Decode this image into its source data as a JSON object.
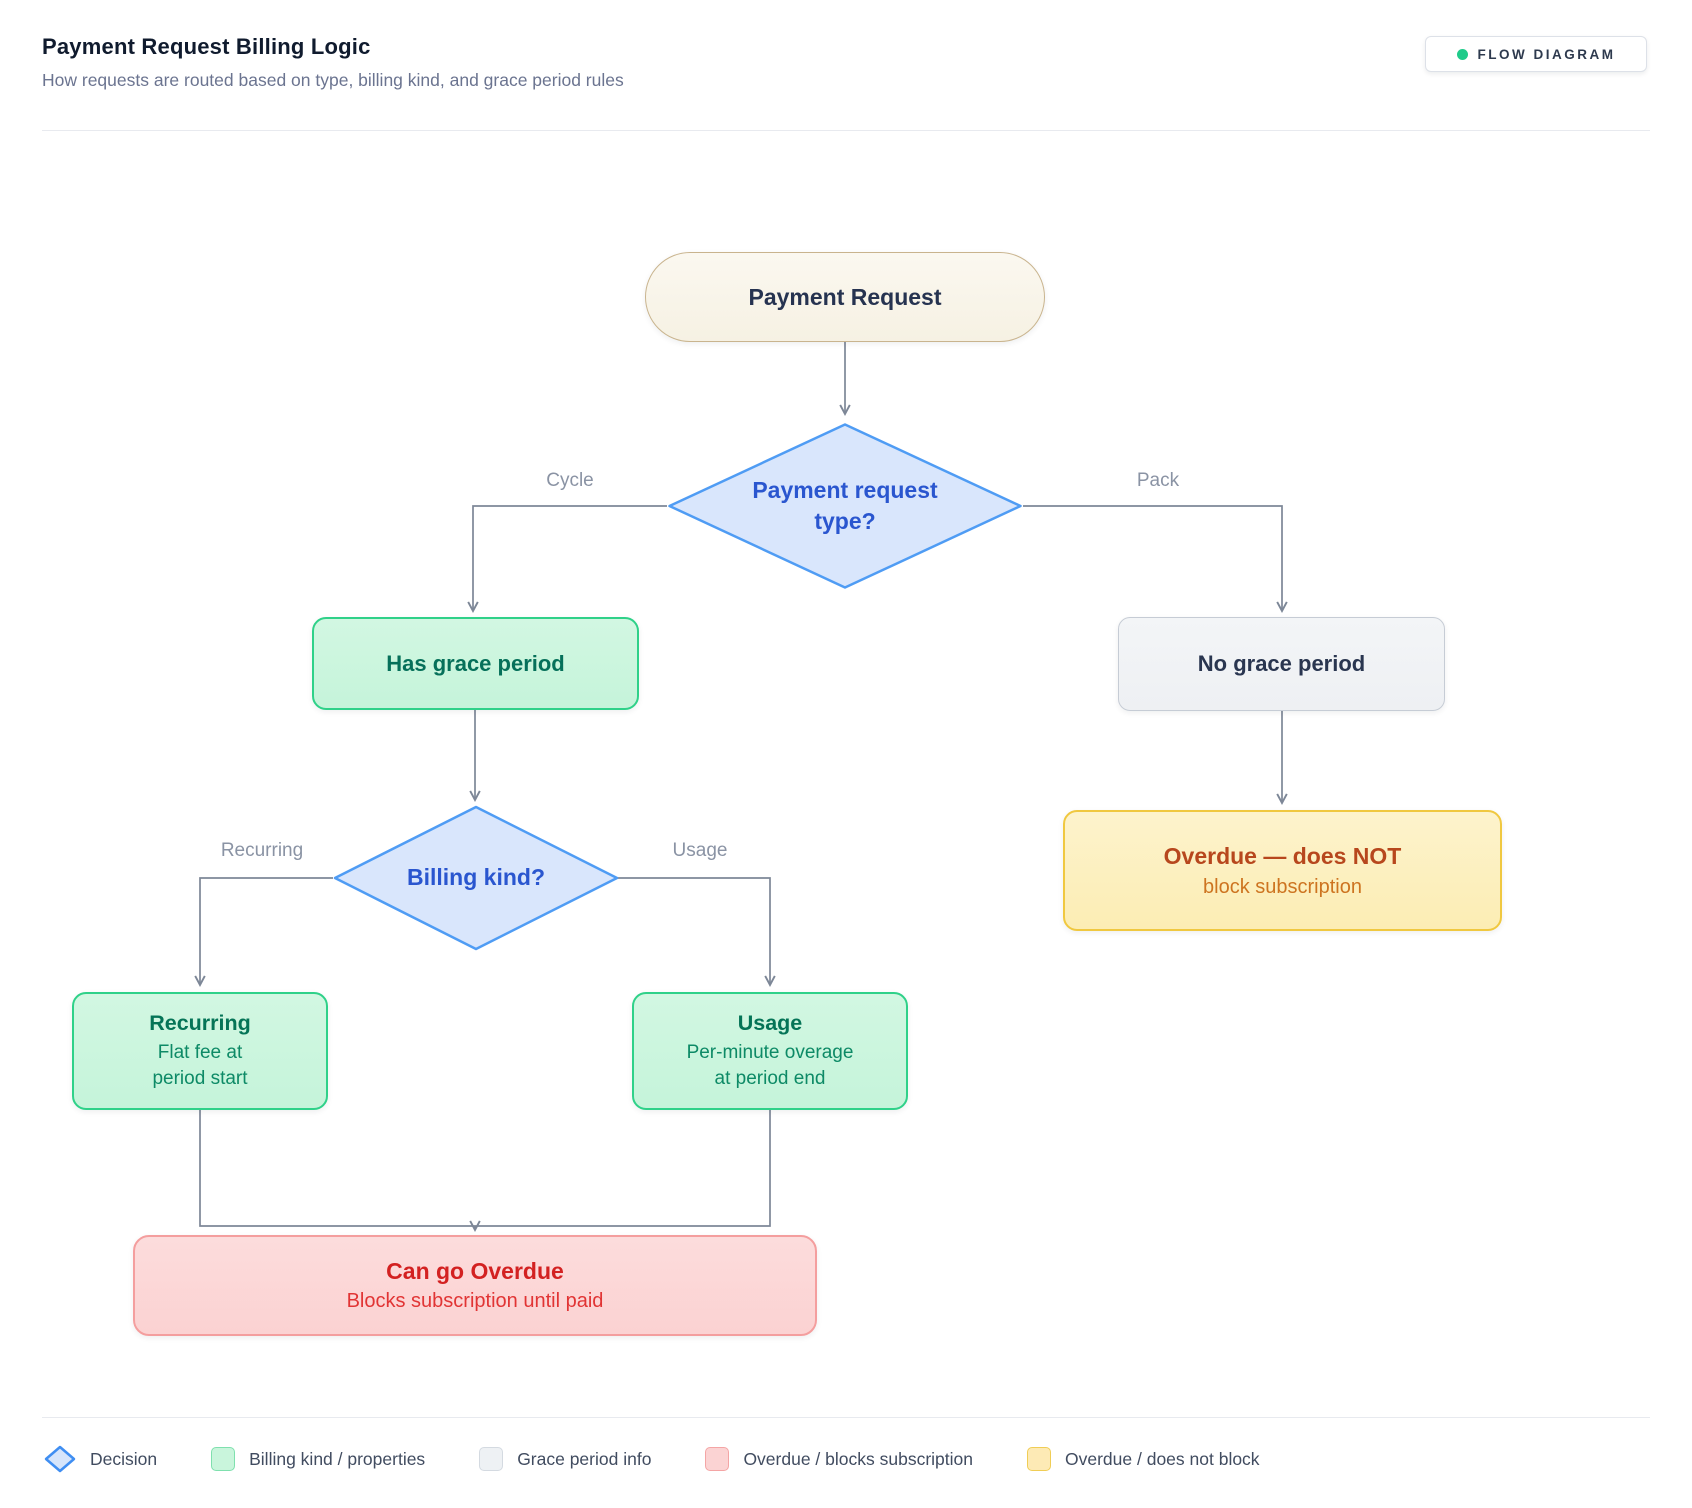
{
  "header": {
    "title": "Payment Request Billing Logic",
    "subtitle": "How requests are routed based on type, billing kind, and grace period rules",
    "badge": {
      "label": "FLOW DIAGRAM",
      "dot_color": "#1fcb8a"
    }
  },
  "nodes": {
    "start": {
      "label": "Payment Request"
    },
    "type_decision": {
      "line1": "Payment request",
      "line2": "type?"
    },
    "has_grace": {
      "label": "Has grace period"
    },
    "no_grace": {
      "label": "No grace period"
    },
    "billing_kind": {
      "label": "Billing kind?"
    },
    "recurring": {
      "title": "Recurring",
      "line1": "Flat fee at",
      "line2": "period start"
    },
    "usage": {
      "title": "Usage",
      "line1": "Per-minute overage",
      "line2": "at period end"
    },
    "can_overdue": {
      "title": "Can go Overdue",
      "subtitle": "Blocks subscription until paid"
    },
    "overdue_not_block": {
      "title": "Overdue — does NOT",
      "subtitle": "block subscription"
    }
  },
  "edge_labels": {
    "cycle": "Cycle",
    "pack": "Pack",
    "recurring": "Recurring",
    "usage": "Usage"
  },
  "legend": {
    "items": [
      {
        "label": "Decision",
        "swatch": "diamond",
        "fill": "#d6e5fb",
        "border": "#3f8ef2"
      },
      {
        "label": "Billing kind / properties",
        "swatch": "square",
        "fill": "#c9f5dc",
        "border": "#7fe0ae"
      },
      {
        "label": "Grace period info",
        "swatch": "square",
        "fill": "#eef1f4",
        "border": "#d4dae1"
      },
      {
        "label": "Overdue / blocks subscription",
        "swatch": "square",
        "fill": "#fbd3d3",
        "border": "#f4a5a5"
      },
      {
        "label": "Overdue / does not block",
        "swatch": "square",
        "fill": "#fdeab5",
        "border": "#f0cd55"
      }
    ]
  },
  "colors": {
    "decision_fill": "#d9e6fc",
    "decision_border": "#4f9cf4",
    "green_fill": "#c9f5dc",
    "green_border": "#2fd189",
    "gray_fill": "#f0f2f5",
    "gray_border": "#c6ccd5",
    "pink_fill": "#fbd5d5",
    "pink_border": "#f49e9e",
    "yellow_fill": "#fdf0c2",
    "yellow_border": "#f0c840",
    "start_fill": "#faf7ec",
    "start_border": "#c9b48e",
    "arrow": "#7d8797"
  }
}
